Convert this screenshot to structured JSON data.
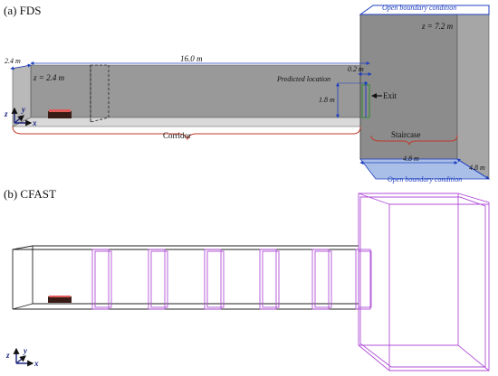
{
  "fds": {
    "panel_label": "(a) FDS",
    "open_boundary_top": "Open boundary condition",
    "open_boundary_bottom": "Open boundary condition",
    "z_stair": "z = 7.2 m",
    "z_corr": "z = 2.4 m",
    "width_label": "2.4 m",
    "length_label": "16.0 m",
    "predicted_location": "Predicted location",
    "offset_label": "0.2 m",
    "height_label": "1.8 m",
    "exit_label": "Exit",
    "corridor_label": "Corridor",
    "staircase_label": "Staircase",
    "stair_width_a": "4.8 m",
    "stair_width_b": "4.8 m",
    "axis_z": "z",
    "axis_y": "y",
    "axis_x": "x"
  },
  "cfast": {
    "panel_label": "(b) CFAST",
    "axis_z": "z",
    "axis_y": "y",
    "axis_x": "x"
  },
  "colors": {
    "wall_gray": "#9a9a9a",
    "floor_gray": "#cfcfcf",
    "blue_floor": "#a9bfe8",
    "corridor_brace": "#c0392b",
    "cfast_frame": "#b04fd8",
    "fire_red": "#e05a5a",
    "axis_blue": "#1a237e"
  }
}
